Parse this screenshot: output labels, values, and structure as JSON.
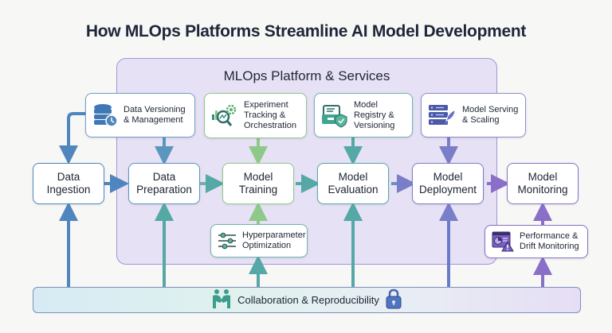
{
  "title": "How MLOps Platforms Streamline AI Model Development",
  "platform": {
    "title": "MLOps Platform & Services"
  },
  "stages": [
    {
      "id": "ingestion",
      "label": "Data Ingestion",
      "line1": "Data",
      "line2": "Ingestion",
      "color": "#4f86bd"
    },
    {
      "id": "preparation",
      "label": "Data Preparation",
      "line1": "Data",
      "line2": "Preparation",
      "color": "#5a96bd"
    },
    {
      "id": "training",
      "label": "Model Training",
      "line1": "Model",
      "line2": "Training",
      "color": "#8fc98a"
    },
    {
      "id": "evaluation",
      "label": "Model Evaluation",
      "line1": "Model",
      "line2": "Evaluation",
      "color": "#55a8a6"
    },
    {
      "id": "deployment",
      "label": "Model Deployment",
      "line1": "Model",
      "line2": "Deployment",
      "color": "#7a7dc8"
    },
    {
      "id": "monitoring",
      "label": "Model Monitoring",
      "line1": "Model",
      "line2": "Monitoring",
      "color": "#8a6fc9"
    }
  ],
  "services": [
    {
      "id": "data-versioning",
      "line1": "Data Versioning",
      "line2": "& Management",
      "icon": "database-clock-icon",
      "color": "#4f86bd"
    },
    {
      "id": "experiment-tracking",
      "line1": "Experiment",
      "line2": "Tracking &",
      "line3": "Orchestration",
      "icon": "chart-magnifier-gear-icon",
      "color": "#8fc98a"
    },
    {
      "id": "model-registry",
      "line1": "Model",
      "line2": "Registry &",
      "line3": "Versioning",
      "icon": "folder-shield-icon",
      "color": "#55a8a6"
    },
    {
      "id": "model-serving",
      "line1": "Model Serving",
      "line2": "& Scaling",
      "icon": "server-rocket-icon",
      "color": "#7a7dc8"
    },
    {
      "id": "hyperparameter",
      "line1": "Hyperparameter",
      "line2": "Optimization",
      "icon": "sliders-icon",
      "color": "#55a8a6"
    },
    {
      "id": "performance",
      "line1": "Performance &",
      "line2": "Drift Monitoring",
      "icon": "dashboard-warning-icon",
      "color": "#8a6fc9"
    }
  ],
  "foundation": {
    "label": "Collaboration & Reproducibility",
    "left_icon": "handshake-people-icon",
    "right_icon": "lock-icon"
  }
}
